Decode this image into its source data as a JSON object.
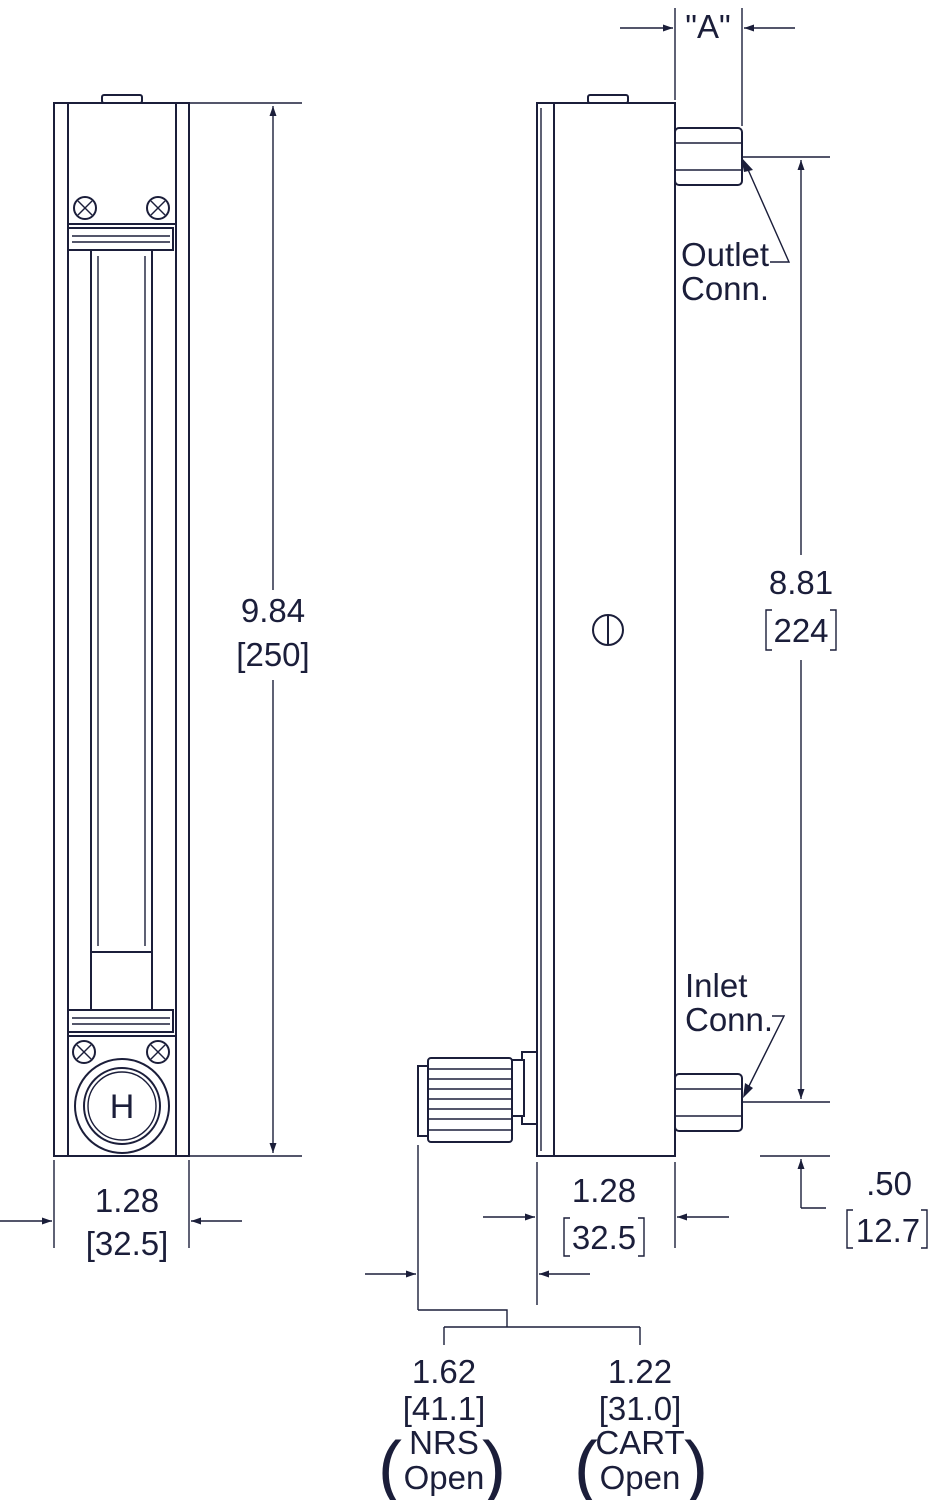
{
  "front_view": {
    "height_in": "9.84",
    "height_mm": "[250]",
    "width_in": "1.28",
    "width_mm": "[32.5]",
    "valve_letter": "H"
  },
  "side_view": {
    "dim_a": "\"A\"",
    "outlet_line1": "Outlet",
    "outlet_line2": "Conn.",
    "inlet_line1": "Inlet",
    "inlet_line2": "Conn.",
    "centers_in": "8.81",
    "centers_mm": "224",
    "depth_in": "1.28",
    "depth_mm": "32.5",
    "offset_in": ".50",
    "offset_mm": "12.7",
    "nrs_in": "1.62",
    "nrs_mm": "[41.1]",
    "nrs_line1": "NRS",
    "nrs_line2": "Open",
    "cart_in": "1.22",
    "cart_mm": "[31.0]",
    "cart_line1": "CART",
    "cart_line2": "Open"
  }
}
